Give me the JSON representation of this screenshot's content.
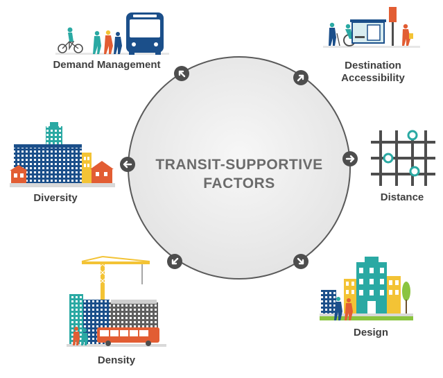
{
  "center": {
    "line1": "TRANSIT-SUPPORTIVE",
    "line2": "FACTORS"
  },
  "factors": [
    {
      "label": "Demand Management",
      "icon": "cyclist-pedestrians-bus-icon"
    },
    {
      "label_line1": "Destination",
      "label_line2": "Accessibility",
      "icon": "wheelchair-bus-stop-icon"
    },
    {
      "label": "Distance",
      "icon": "street-grid-icon"
    },
    {
      "label": "Design",
      "icon": "streetscape-buildings-icon"
    },
    {
      "label": "Density",
      "icon": "construction-crane-city-icon"
    },
    {
      "label": "Diversity",
      "icon": "mixed-use-buildings-icon"
    }
  ],
  "arrow_icons": [
    "arrow-upleft-icon",
    "arrow-upright-icon",
    "arrow-right-icon",
    "arrow-downright-icon",
    "arrow-downleft-icon",
    "arrow-left-icon"
  ],
  "colors": {
    "circle_fill": "#ececec",
    "circle_stroke": "#5a5a5a",
    "arrow_badge": "#4d4d4d",
    "teal": "#2aa9a3",
    "navy": "#1b4f8a",
    "yellow": "#f3c335",
    "orange": "#e25d33",
    "gray": "#6b6b6b",
    "label": "#3f3f3f"
  }
}
